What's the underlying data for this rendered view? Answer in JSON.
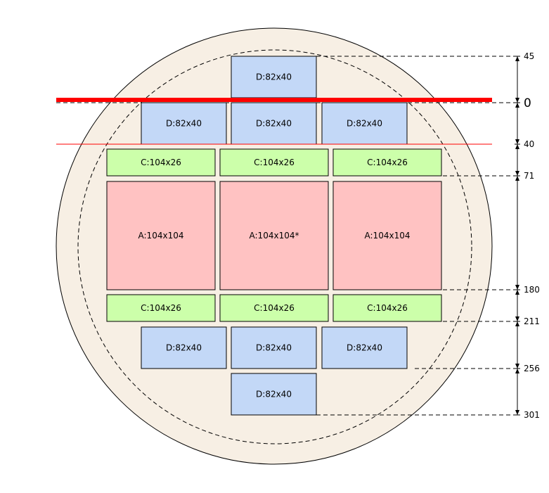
{
  "colors": {
    "wafer_fill": "#f7efe4",
    "A": "#ffc2c2",
    "C": "#ccffaa",
    "D": "#c3d8f7",
    "reference_line": "#ff0000",
    "outline": "#000000"
  },
  "blocks": [
    {
      "label": "D:82x40",
      "type": "D"
    },
    {
      "label": "D:82x40",
      "type": "D"
    },
    {
      "label": "D:82x40",
      "type": "D"
    },
    {
      "label": "D:82x40",
      "type": "D"
    },
    {
      "label": "C:104x26",
      "type": "C"
    },
    {
      "label": "C:104x26",
      "type": "C"
    },
    {
      "label": "C:104x26",
      "type": "C"
    },
    {
      "label": "A:104x104",
      "type": "A"
    },
    {
      "label": "A:104x104*",
      "type": "A"
    },
    {
      "label": "A:104x104",
      "type": "A"
    },
    {
      "label": "C:104x26",
      "type": "C"
    },
    {
      "label": "C:104x26",
      "type": "C"
    },
    {
      "label": "C:104x26",
      "type": "C"
    },
    {
      "label": "D:82x40",
      "type": "D"
    },
    {
      "label": "D:82x40",
      "type": "D"
    },
    {
      "label": "D:82x40",
      "type": "D"
    },
    {
      "label": "D:82x40",
      "type": "D"
    }
  ],
  "scale_marks": [
    "45",
    "0",
    "40",
    "71",
    "180",
    "211",
    "256",
    "301"
  ]
}
